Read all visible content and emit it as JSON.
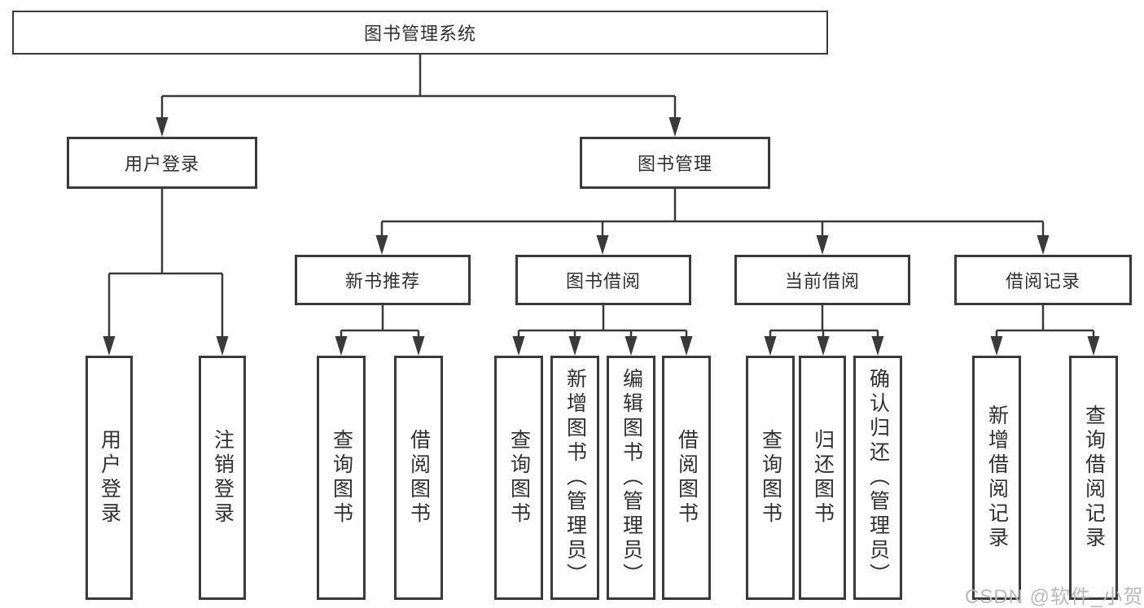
{
  "diagram": {
    "root": {
      "label": "图书管理系统"
    },
    "branches": [
      {
        "label": "用户登录",
        "children": [
          {
            "label": "用户登录"
          },
          {
            "label": "注销登录"
          }
        ]
      },
      {
        "label": "图书管理",
        "children": [
          {
            "label": "新书推荐",
            "children": [
              {
                "label": "查询图书"
              },
              {
                "label": "借阅图书"
              }
            ]
          },
          {
            "label": "图书借阅",
            "children": [
              {
                "label": "查询图书"
              },
              {
                "label": "新增图书（管理员）"
              },
              {
                "label": "编辑图书（管理员）"
              },
              {
                "label": "借阅图书"
              }
            ]
          },
          {
            "label": "当前借阅",
            "children": [
              {
                "label": "查询图书"
              },
              {
                "label": "归还图书"
              },
              {
                "label": "确认归还（管理员）"
              }
            ]
          },
          {
            "label": "借阅记录",
            "children": [
              {
                "label": "新增借阅记录"
              },
              {
                "label": "查询借阅记录"
              }
            ]
          }
        ]
      }
    ]
  },
  "watermark": {
    "text": "CSDN @软件_小贺同学"
  },
  "colors": {
    "line": "#3a3a3a",
    "text": "#303030",
    "box_background": "#ffffff",
    "watermark": "#b9b9b9",
    "page_background": "#ffffff"
  }
}
